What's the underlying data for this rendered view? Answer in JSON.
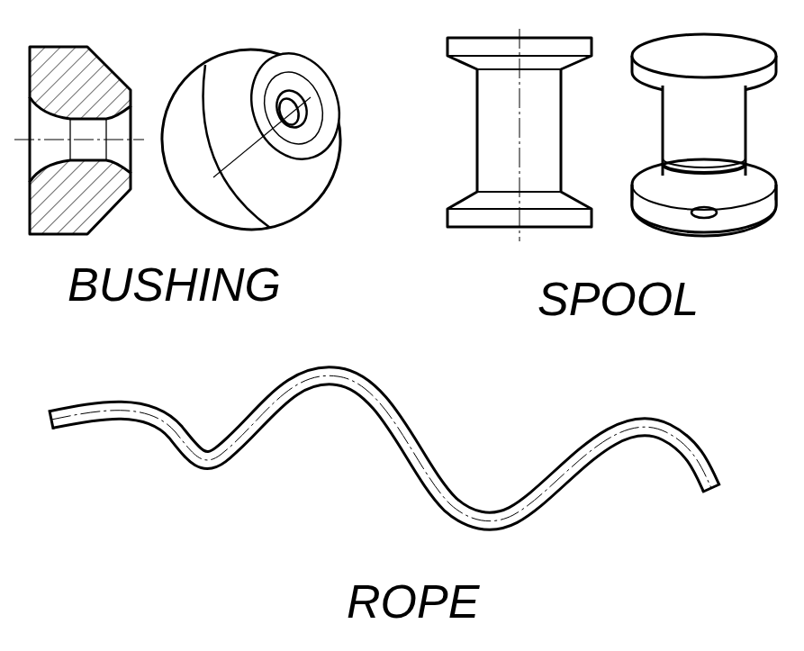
{
  "diagram": {
    "labels": [
      "BUSHING",
      "SPOOL",
      "ROPE"
    ]
  }
}
